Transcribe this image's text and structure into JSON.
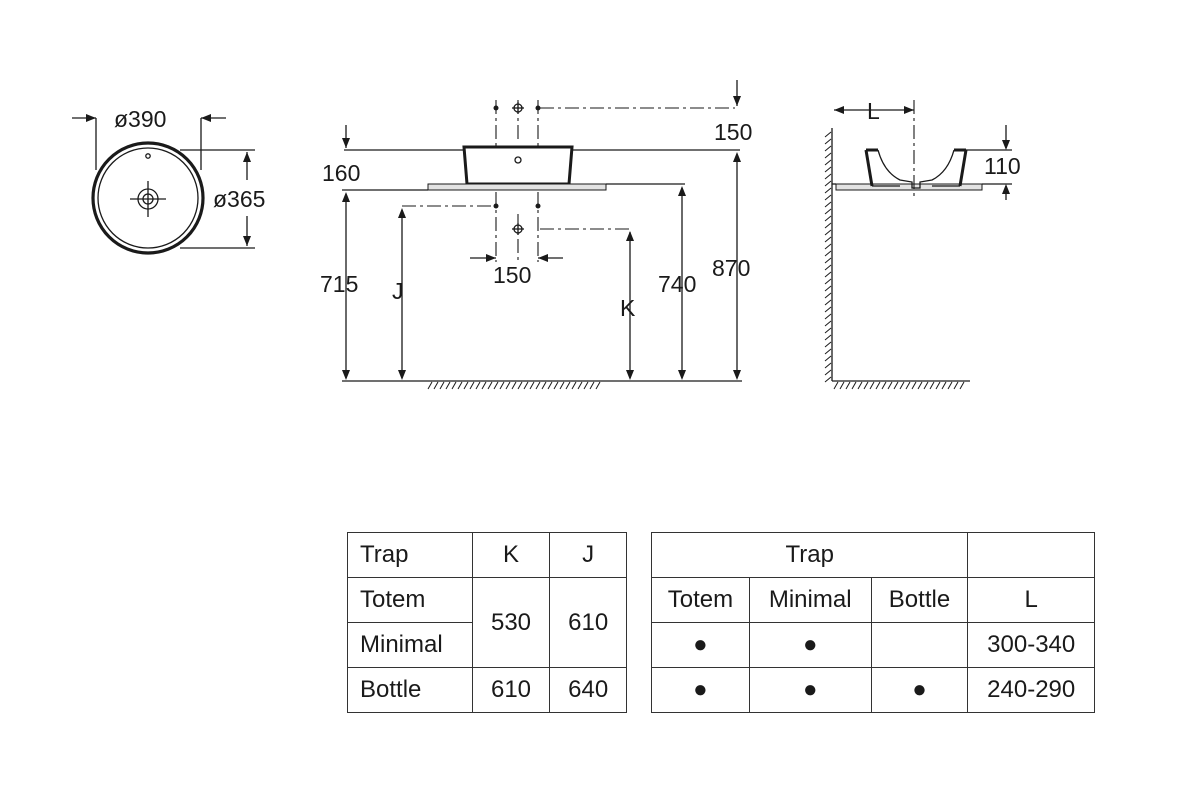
{
  "top_view": {
    "outer_diameter": "ø390",
    "inner_diameter": "ø365"
  },
  "front_view": {
    "tap_spacing_top": "150",
    "basin_height": "160",
    "tap_spacing_bottom": "150",
    "counter_height": "715",
    "trap_height_j": "J",
    "trap_height_k": "K",
    "height_740": "740",
    "height_870": "870"
  },
  "side_view": {
    "wall_distance": "L",
    "basin_depth": "110"
  },
  "trap_table_left": {
    "headers": [
      "Trap",
      "K",
      "J"
    ],
    "rows": [
      {
        "trap": "Totem"
      },
      {
        "trap": "Minimal"
      },
      {
        "trap": "Bottle",
        "k": "610",
        "j": "640"
      }
    ],
    "merged_k": "530",
    "merged_j": "610"
  },
  "trap_table_right": {
    "header_trap": "Trap",
    "subheaders": [
      "Totem",
      "Minimal",
      "Bottle",
      "L"
    ],
    "rows": [
      {
        "totem": "●",
        "minimal": "●",
        "bottle": "",
        "l": "300-340"
      },
      {
        "totem": "●",
        "minimal": "●",
        "bottle": "●",
        "l": "240-290"
      }
    ]
  }
}
